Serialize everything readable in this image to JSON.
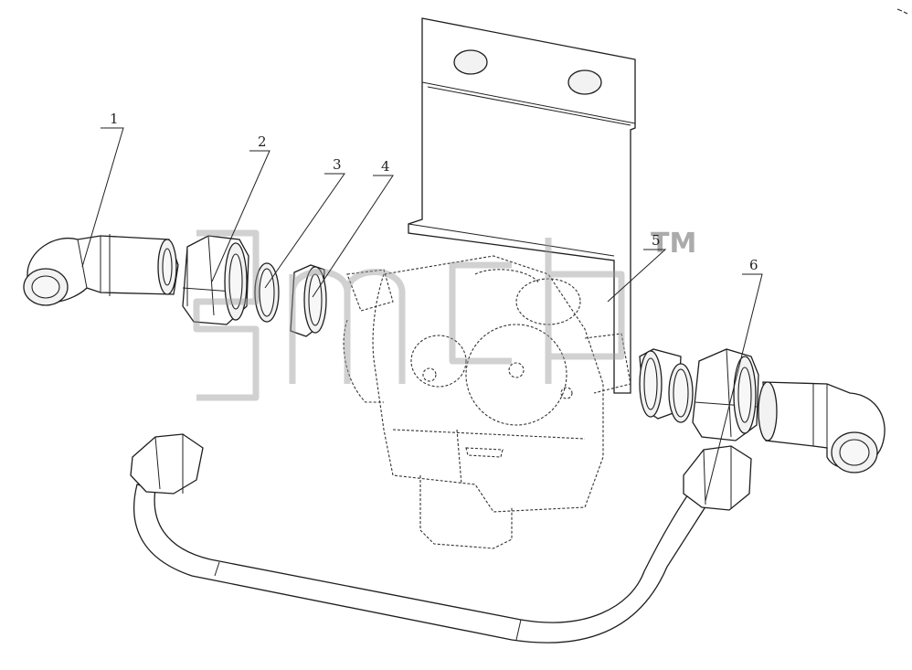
{
  "diagram": {
    "callouts": [
      {
        "id": "1",
        "text": "1"
      },
      {
        "id": "2",
        "text": "2"
      },
      {
        "id": "3",
        "text": "3"
      },
      {
        "id": "4",
        "text": "4"
      },
      {
        "id": "5",
        "text": "5"
      },
      {
        "id": "6",
        "text": "6"
      }
    ]
  },
  "watermark": {
    "tm": "TM"
  }
}
